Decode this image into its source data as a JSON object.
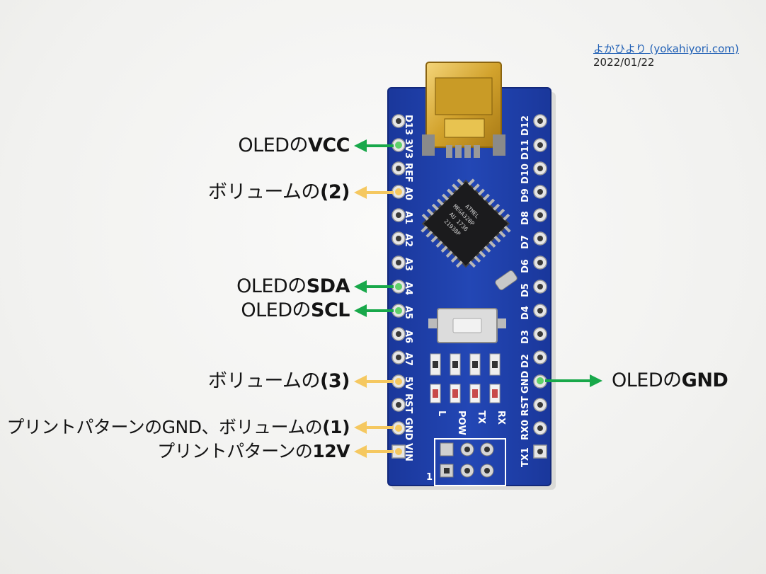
{
  "credit": {
    "site": "よかひより (yokahiyori.com)",
    "date": "2022/01/22"
  },
  "board": {
    "left_pins": [
      "D13",
      "3V3",
      "REF",
      "A0",
      "A1",
      "A2",
      "A3",
      "A4",
      "A5",
      "A6",
      "A7",
      "5V",
      "RST",
      "GND",
      "VIN"
    ],
    "right_pins": [
      "D12",
      "D11",
      "D10",
      "D9",
      "D8",
      "D7",
      "D6",
      "D5",
      "D4",
      "D3",
      "D2",
      "GND",
      "RST",
      "RX0",
      "TX1"
    ],
    "led_labels": [
      "L",
      "POW",
      "TX",
      "RX"
    ],
    "icsp_label": "1",
    "chip_lines": [
      "ATMEL",
      "MEGA328P",
      "AU 1736",
      "21938P"
    ]
  },
  "annotations": {
    "vcc": {
      "prefix": "OLEDの",
      "bold": "VCC"
    },
    "vol2": {
      "prefix": "ボリュームの",
      "bold": "(2)"
    },
    "sda": {
      "prefix": "OLEDの",
      "bold": "SDA"
    },
    "scl": {
      "prefix": "OLEDの",
      "bold": "SCL"
    },
    "vol3": {
      "prefix": "ボリュームの",
      "bold": "(3)"
    },
    "gnd_vol1": {
      "prefix": "プリントパターンのGND、ボリュームの",
      "bold": "(1)"
    },
    "v12": {
      "prefix": "プリントパターンの",
      "bold": "12V"
    },
    "oled_gnd": {
      "prefix": "OLEDの",
      "bold": "GND"
    }
  },
  "colors": {
    "board": "#1f3fa8",
    "green_arrow": "#18a84a",
    "yellow_arrow": "#f5c860",
    "usb_gold": "#d9b23a"
  }
}
